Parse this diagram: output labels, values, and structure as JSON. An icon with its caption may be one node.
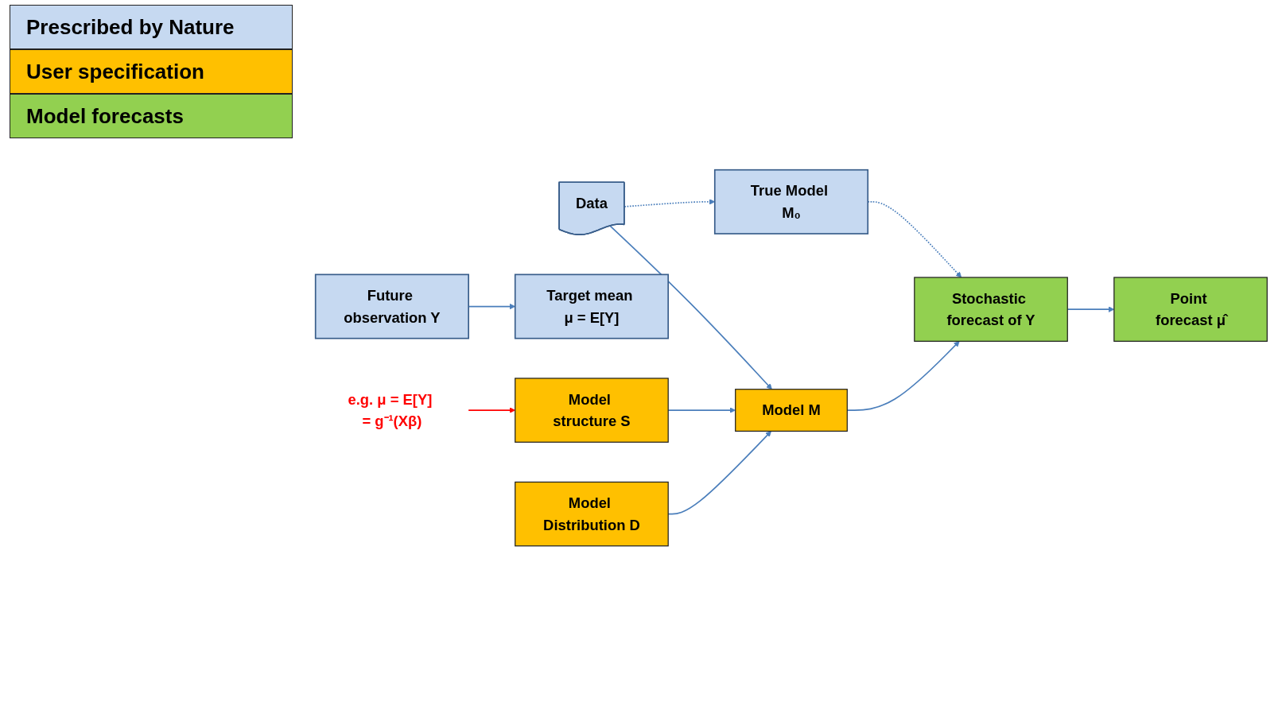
{
  "diagram": {
    "nodes": [
      {
        "text": [
          "Data"
        ]
      },
      {
        "text": [
          "True Model M₀"
        ]
      },
      {
        "text": [
          "Model M"
        ]
      },
      {
        "text": [
          "Stochastic forecast of Y"
        ]
      },
      {
        "text": [
          "Point forecast μ̂"
        ]
      },
      {
        "text": [
          "Future observation Y"
        ]
      },
      {
        "text": [
          "Target mean μ = E[Y]"
        ]
      },
      {
        "text": [
          "Model structure S"
        ]
      },
      {
        "text": [
          "Model Distribution D"
        ]
      },
      {
        "text": [
          "e.g. μ = E[Y] = g⁻¹(Xβ)"
        ]
      }
    ],
    "edges": [
      {
        "from": 0,
        "to": 1,
        "arrow": "to",
        "style": "dashed"
      },
      {
        "from": 1,
        "to": 3,
        "arrow": "to",
        "style": "dashed"
      },
      {
        "from": 0,
        "to": 2,
        "arrow": "to"
      },
      {
        "from": 2,
        "to": 3,
        "arrow": "to"
      },
      {
        "from": 3,
        "to": 4,
        "arrow": "to"
      },
      {
        "from": 5,
        "to": 6,
        "arrow": "to"
      },
      {
        "from": 7,
        "to": 2,
        "arrow": "to"
      },
      {
        "from": 8,
        "to": 2,
        "arrow": "to"
      },
      {
        "from": 9,
        "to": 7,
        "arrow": "to",
        "color": "#ff0000"
      }
    ],
    "legend": [
      {
        "text": "Prescribed by Nature",
        "color": "#c6d9f1"
      },
      {
        "text": "User specification",
        "color": "#ffc000"
      },
      {
        "text": "Model forecasts",
        "color": "#92d050"
      }
    ]
  }
}
